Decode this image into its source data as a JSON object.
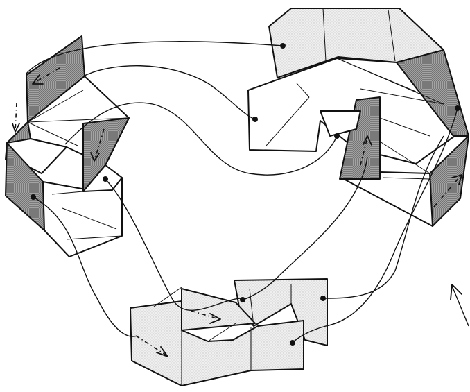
{
  "diagram": {
    "colors": {
      "line": "#111111",
      "paper_light": "#e9e9e9",
      "paper_dark": "#8f8f8f",
      "background": "#ffffff"
    },
    "units": [
      {
        "id": "left-unit",
        "shade": "mixed"
      },
      {
        "id": "top-right-unit",
        "shade": "mixed"
      },
      {
        "id": "bottom-unit",
        "shade": "light"
      }
    ],
    "connectors": 8,
    "direction_marker": "arrow-up-left-icon"
  }
}
